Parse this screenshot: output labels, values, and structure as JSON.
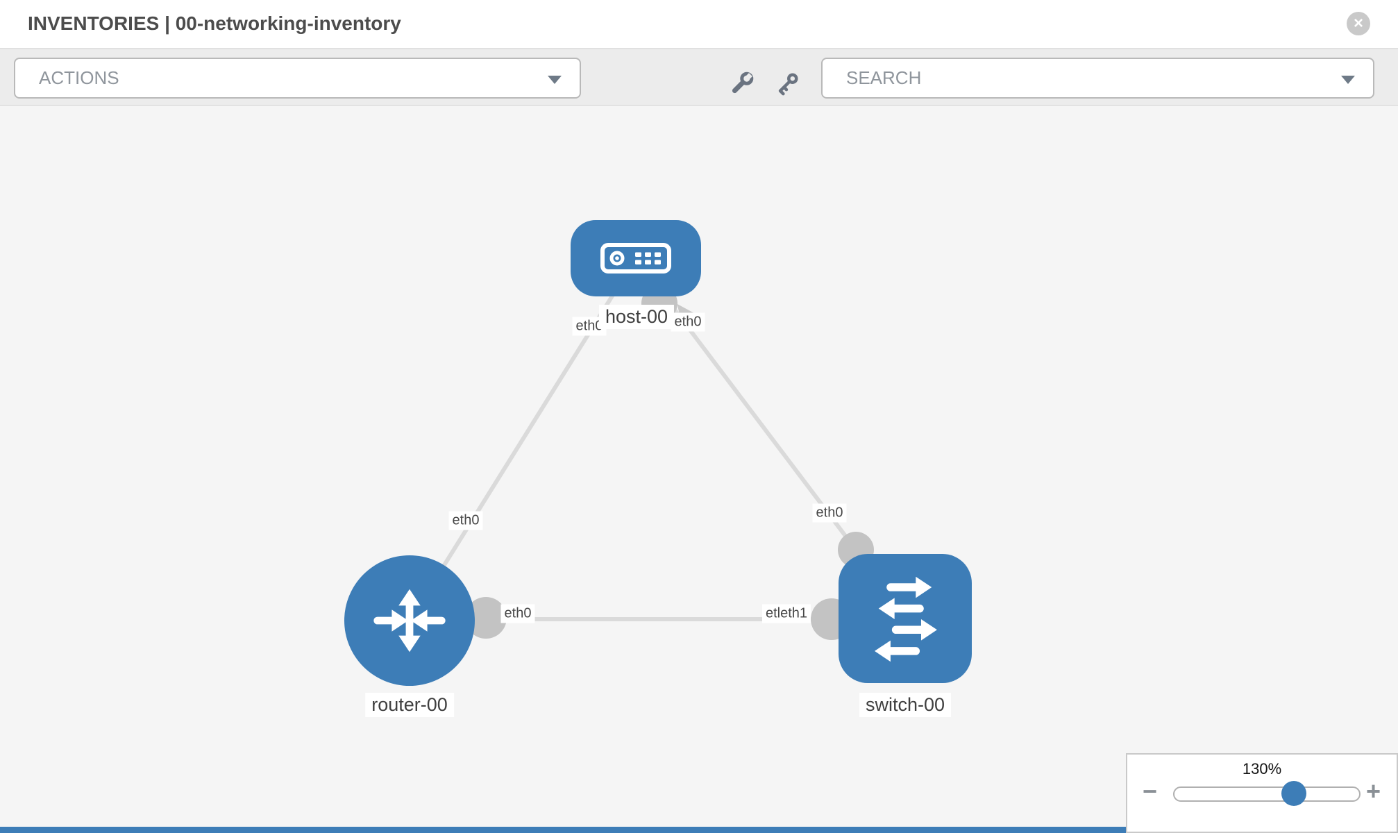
{
  "colors": {
    "accent_blue": "#3d7db7",
    "canvas_bg": "#f5f5f5",
    "toolbar_bg": "#ececec",
    "link_gray": "#dadada",
    "connector_gray": "#c3c3c3"
  },
  "header": {
    "title": "INVENTORIES | 00-networking-inventory",
    "close_glyph": "×"
  },
  "toolbar": {
    "actions_label": "ACTIONS",
    "search_label": "SEARCH"
  },
  "topology": {
    "nodes": [
      {
        "id": "host-00",
        "type": "host"
      },
      {
        "id": "router-00",
        "type": "router"
      },
      {
        "id": "switch-00",
        "type": "switch"
      }
    ],
    "links": [
      {
        "from": "host-00",
        "to": "router-00"
      },
      {
        "from": "host-00",
        "to": "switch-00"
      },
      {
        "from": "router-00",
        "to": "switch-00"
      }
    ],
    "node_labels": {
      "host": "host-00",
      "router": "router-00",
      "switch": "switch-00"
    },
    "iface_labels": {
      "host_left": "eth0",
      "host_right": "eth0",
      "router_top": "eth0",
      "switch_top": "eth0",
      "router_right": "eth0",
      "switch_left": "etleth1"
    }
  },
  "zoom_control": {
    "level": "130%",
    "minus_glyph": "−",
    "plus_glyph": "+"
  }
}
